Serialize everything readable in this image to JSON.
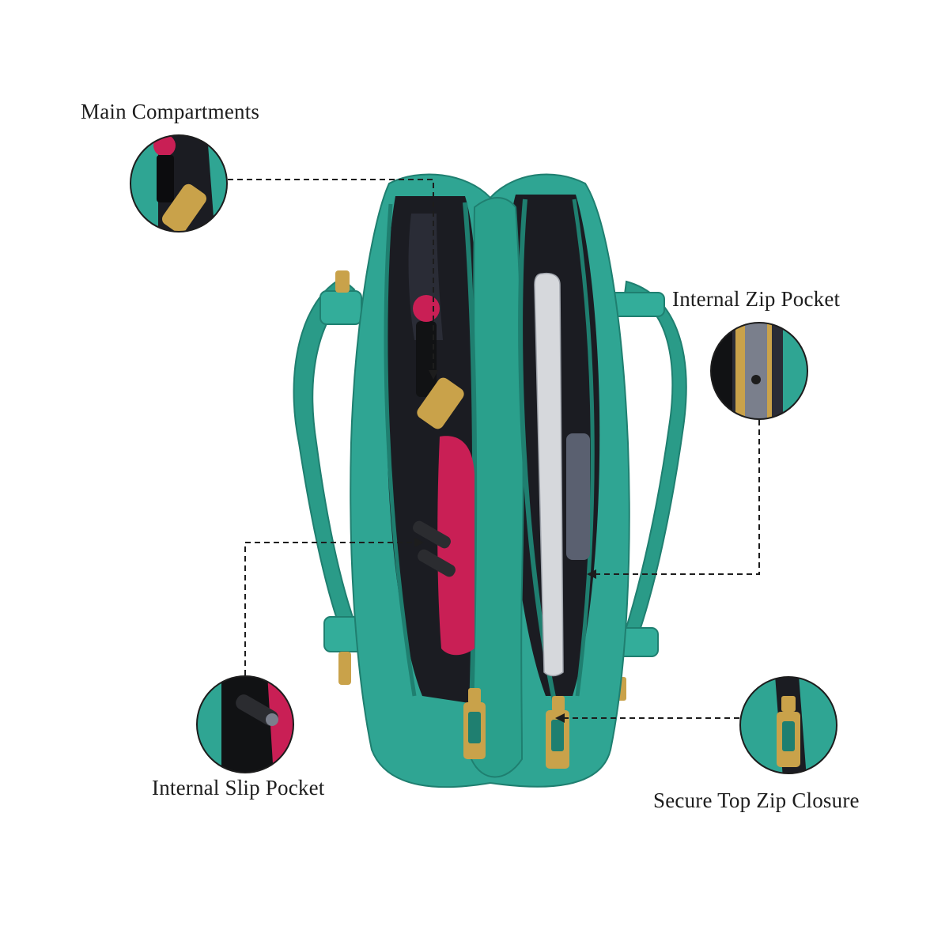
{
  "callouts": {
    "main_compartments": "Main Compartments",
    "internal_zip_pocket": "Internal Zip Pocket",
    "internal_slip_pocket": "Internal Slip Pocket",
    "secure_top_zip_closure": "Secure Top Zip Closure"
  },
  "colors": {
    "bag_teal": "#2fa593",
    "bag_teal_dark": "#1f7f70",
    "lining": "#1b1c22",
    "accent_pink": "#c91f55",
    "gold_hardware": "#c9a24a",
    "leader_line": "#1d1d1d"
  }
}
